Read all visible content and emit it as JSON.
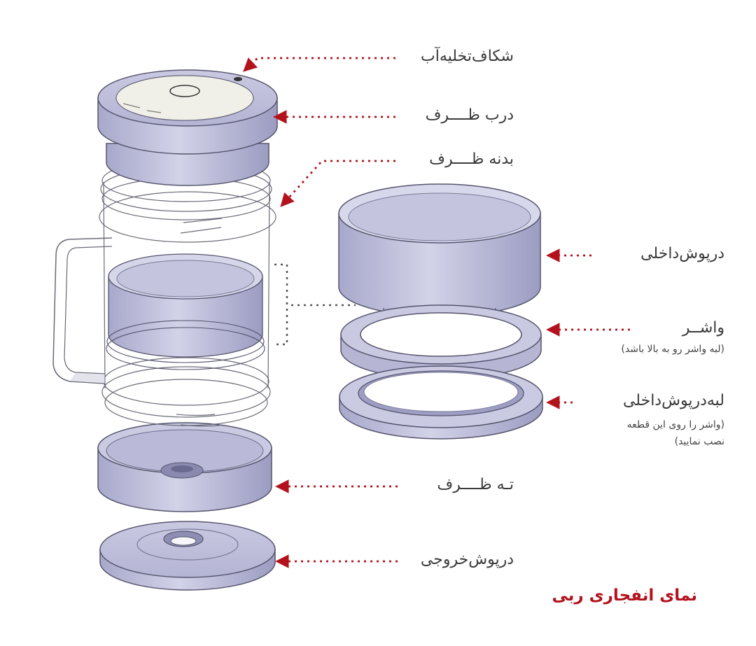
{
  "diagram": {
    "caption": "نمای انفجاری ربی",
    "colors": {
      "part_fill": "#c2c2de",
      "part_shade": "#a7a7c8",
      "part_light": "#dcdcee",
      "part_stroke": "#55556e",
      "lid_disc": "#f1f0e8",
      "leader": "#b3121c",
      "bracket": "#555555",
      "caption": "#b3121c"
    },
    "labels": [
      {
        "id": "drain",
        "text": "شکاف‌تخلیه‌آب"
      },
      {
        "id": "lid",
        "text": "درب ظــــرف"
      },
      {
        "id": "body",
        "text": "بدنه ظــــرف"
      },
      {
        "id": "inner-cap",
        "text": "درپوش‌داخلی"
      },
      {
        "id": "washer",
        "text": "واشــر",
        "note": "(لبه واشر رو به بالا باشد)"
      },
      {
        "id": "inner-rim",
        "text": "لبه‌درپوش‌داخلی",
        "note_lines": [
          "(واشر را روی این قطعه",
          "نصب نمایید)"
        ]
      },
      {
        "id": "bottom",
        "text": "تـه ظــــرف"
      },
      {
        "id": "outlet-cap",
        "text": "درپوش‌خروجی"
      }
    ]
  }
}
